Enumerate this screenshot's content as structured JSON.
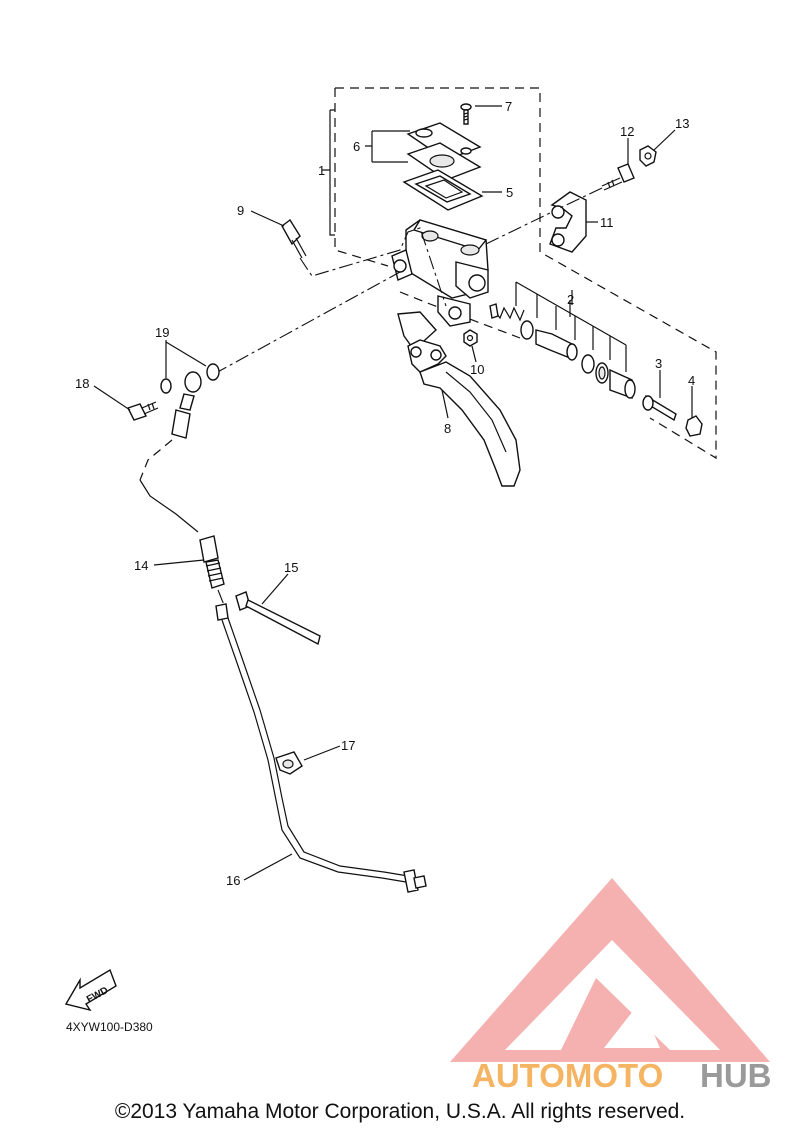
{
  "callouts": {
    "c1": "1",
    "c2": "2",
    "c3": "3",
    "c4": "4",
    "c5": "5",
    "c6": "6",
    "c7": "7",
    "c8": "8",
    "c9": "9",
    "c10": "10",
    "c11": "11",
    "c12": "12",
    "c13": "13",
    "c14": "14",
    "c15": "15",
    "c16": "16",
    "c17": "17",
    "c18": "18",
    "c19": "19"
  },
  "fwd_label": "FWD",
  "diagram_code": "4XYW100-D380",
  "watermark": {
    "word_orange": "AUTOMOTO",
    "word_gray": "HUB",
    "color_orange": "#f5b461",
    "color_gray": "#9a9a9a",
    "color_logo": "#f4a3a3"
  },
  "copyright": "©2013 Yamaha Motor Corporation, U.S.A. All rights reserved."
}
